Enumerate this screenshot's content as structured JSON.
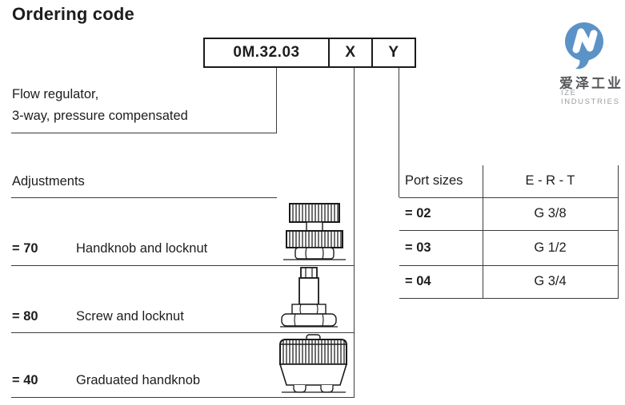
{
  "page": {
    "title": "Ordering code"
  },
  "logo": {
    "chinese": "爱泽工业",
    "english": "IZE INDUSTRIES",
    "circle_color": "#5b93c7",
    "text_color": "#55565a"
  },
  "ordering_code": {
    "code": "0M.32.03",
    "x_placeholder": "X",
    "y_placeholder": "Y"
  },
  "description": {
    "line1": "Flow regulator,",
    "line2": "3-way, pressure compensated"
  },
  "adjustments": {
    "heading": "Adjustments",
    "items": [
      {
        "code": "= 70",
        "label": "Handknob and locknut",
        "icon": "handknob-locknut-icon"
      },
      {
        "code": "= 80",
        "label": "Screw and locknut",
        "icon": "screw-locknut-icon"
      },
      {
        "code": "= 40",
        "label": "Graduated handknob",
        "icon": "graduated-handknob-icon"
      }
    ]
  },
  "port_sizes": {
    "header_left": "Port sizes",
    "header_right": "E - R - T",
    "rows": [
      {
        "code": "= 02",
        "value": "G 3/8"
      },
      {
        "code": "= 03",
        "value": "G 1/2"
      },
      {
        "code": "= 04",
        "value": "G 3/4"
      }
    ]
  }
}
